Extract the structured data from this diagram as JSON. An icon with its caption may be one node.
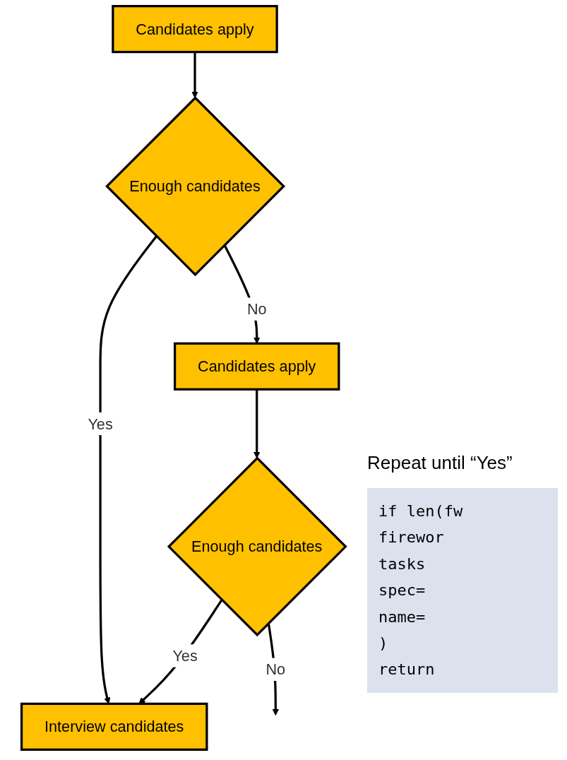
{
  "diagram": {
    "nodes": [
      {
        "text": [
          "Candidates apply"
        ]
      },
      {
        "text": [
          "Enough candidates"
        ]
      },
      {
        "text": [
          "Candidates apply"
        ]
      },
      {
        "text": [
          "Interview candidates"
        ]
      },
      {
        "text": [
          "Enough candidates"
        ]
      }
    ],
    "edges": [
      {
        "from": 0,
        "to": 1,
        "arrow": "to"
      },
      {
        "from": 1,
        "to": 3,
        "label": "Yes",
        "arrow": "to"
      },
      {
        "from": 1,
        "to": 2,
        "label": "No",
        "arrow": "to"
      },
      {
        "from": 2,
        "to": 4,
        "arrow": "to"
      },
      {
        "from": 4,
        "to": 3,
        "label": "Yes",
        "arrow": "to"
      },
      {
        "from": 4,
        "to": null,
        "label": "No",
        "arrow": "to"
      }
    ],
    "labels": [
      "Repeat until “Yes”",
      "if len(fw",
      "firewor",
      "tasks",
      "spec=",
      "name=",
      ")",
      "return"
    ]
  }
}
